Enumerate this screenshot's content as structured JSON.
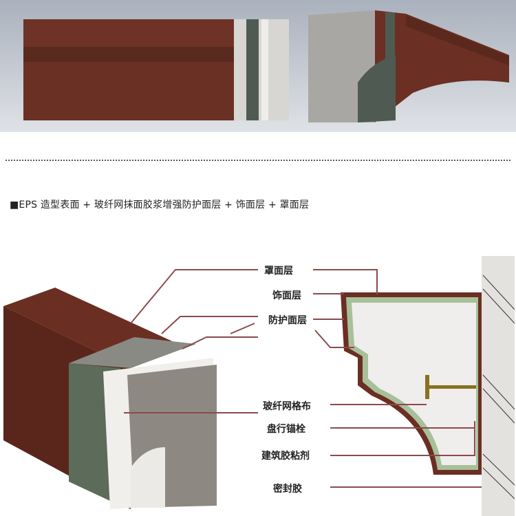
{
  "heading": "■EPS 造型表面 + 玻纤网抹面胶浆增强防护面层 + 饰面层 + 罩面层",
  "labels": {
    "cover_layer": "罩面层",
    "finish_layer": "饰面层",
    "protective_layer": "防护面层",
    "fiberglass_mesh": "玻纤网格布",
    "disc_anchor": "盘行锚栓",
    "adhesive": "建筑胶粘剂",
    "sealant": "密封胶"
  },
  "colors": {
    "surface": "#6b2e22",
    "leader_line": "#8a4a4a",
    "mesh": "#5d6b5a",
    "eps": "#e8e6e2"
  }
}
